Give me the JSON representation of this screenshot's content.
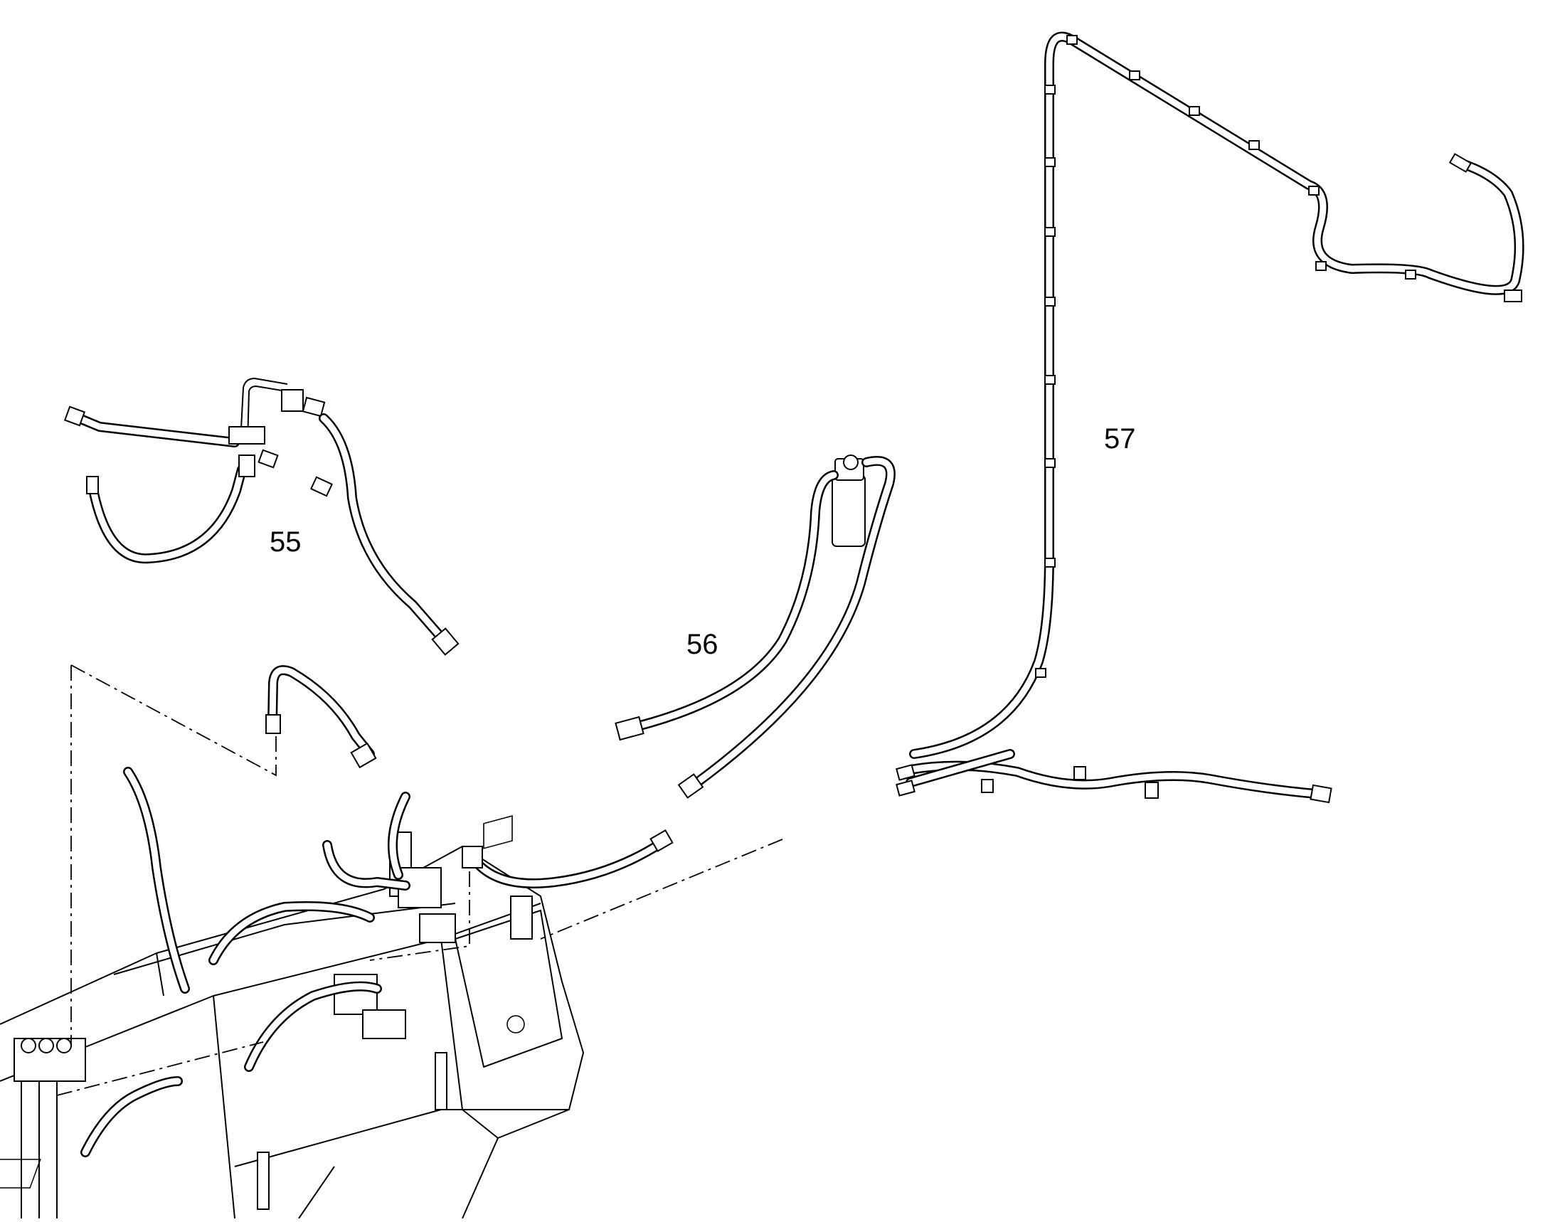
{
  "callouts": {
    "c55": "55",
    "c56": "56",
    "c57": "57"
  },
  "colors": {
    "ink": "#000000",
    "paper": "#ffffff"
  }
}
